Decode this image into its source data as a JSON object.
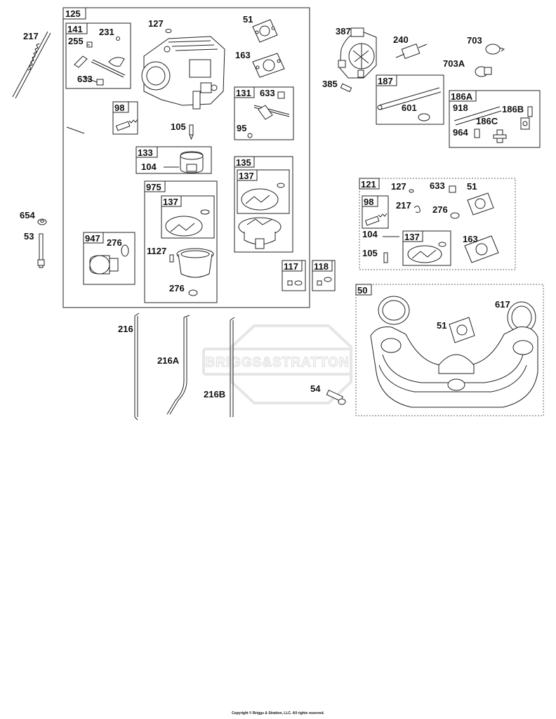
{
  "watermark": {
    "text": "BRIGGS&STRATTON"
  },
  "copyright": "Copyright © Briggs & Stratton, LLC. All rights reserved.",
  "groups": {
    "g125": "125",
    "g141": "141",
    "g98a": "98",
    "g131": "131",
    "g133": "133",
    "g135": "135",
    "g137a": "137",
    "g975": "975",
    "g137b": "137",
    "g947": "947",
    "g117": "117",
    "g118": "118",
    "g187": "187",
    "g186A": "186A",
    "g121": "121",
    "g98b": "98",
    "g137c": "137",
    "g50": "50"
  },
  "labels": {
    "l217a": "217",
    "l231": "231",
    "l255": "255",
    "l633a": "633",
    "l127a": "127",
    "l51a": "51",
    "l163a": "163",
    "l633b": "633",
    "l95": "95",
    "l105a": "105",
    "l104a": "104",
    "l654": "654",
    "l53": "53",
    "l276a": "276",
    "l1127": "1127",
    "l276b": "276",
    "l387": "387",
    "l240": "240",
    "l703": "703",
    "l703A": "703A",
    "l385": "385",
    "l601": "601",
    "l918": "918",
    "l186B": "186B",
    "l186C": "186C",
    "l964": "964",
    "l127b": "127",
    "l633c": "633",
    "l51b": "51",
    "l217b": "217",
    "l276c": "276",
    "l104b": "104",
    "l105b": "105",
    "l163b": "163",
    "l617": "617",
    "l51c": "51",
    "l216": "216",
    "l216A": "216A",
    "l216B": "216B",
    "l54": "54"
  }
}
